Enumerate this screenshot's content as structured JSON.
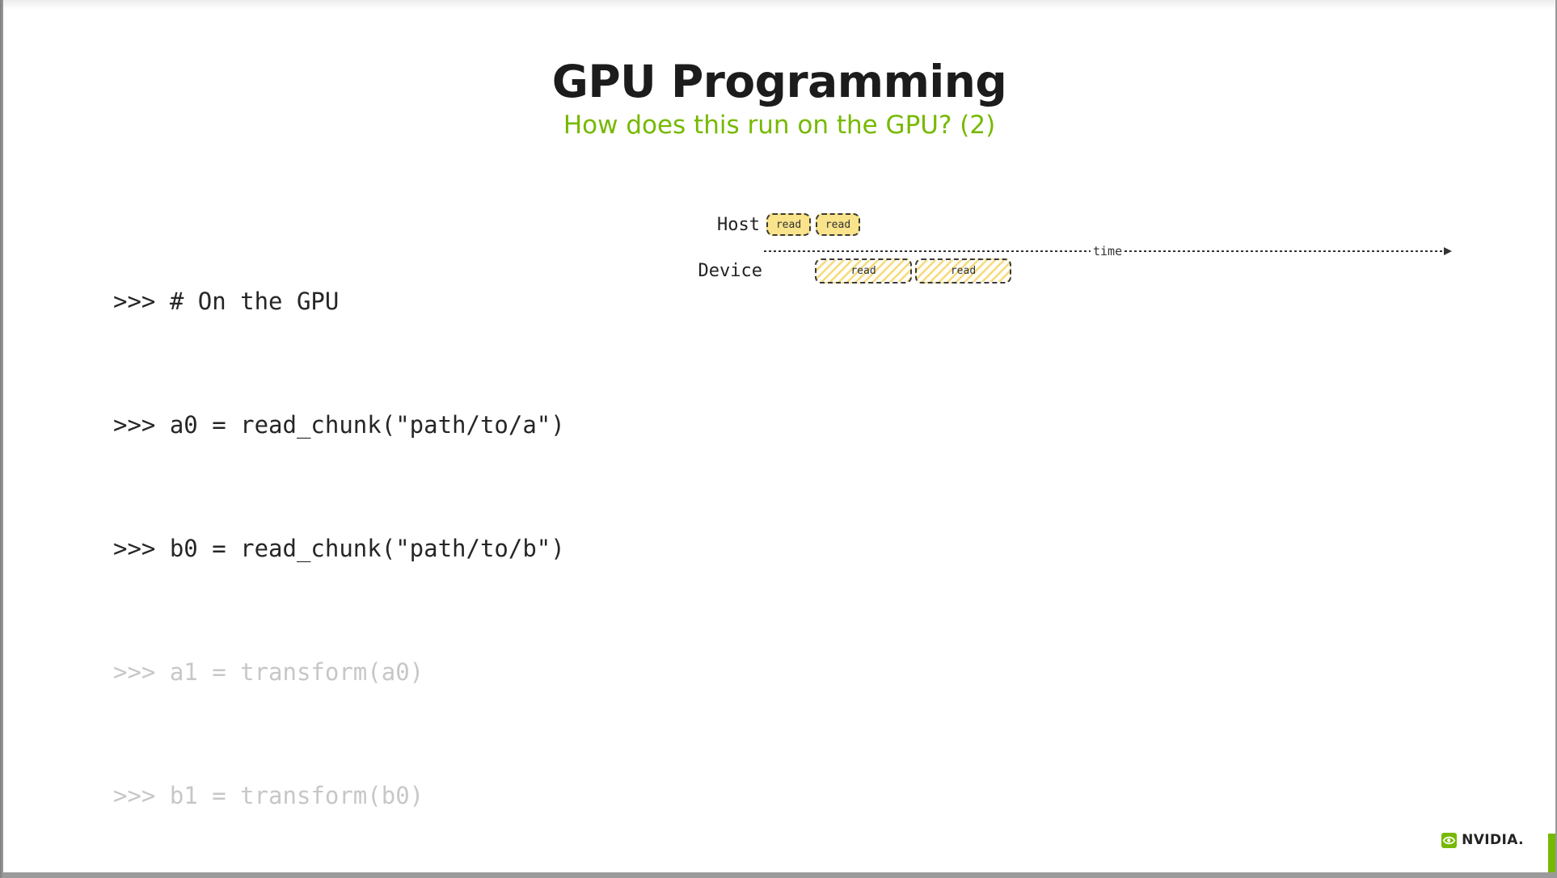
{
  "slide": {
    "title": "GPU Programming",
    "subtitle": "How does this run on the GPU? (2)"
  },
  "code": {
    "lines": [
      {
        "text": ">>> # On the GPU",
        "dimmed": false
      },
      {
        "text": ">>> a0 = read_chunk(\"path/to/a\")",
        "dimmed": false
      },
      {
        "text": ">>> b0 = read_chunk(\"path/to/b\")",
        "dimmed": false
      },
      {
        "text": ">>> a1 = transform(a0)",
        "dimmed": true
      },
      {
        "text": ">>> b1 = transform(b0)",
        "dimmed": true
      }
    ]
  },
  "diagram": {
    "host_label": "Host",
    "device_label": "Device",
    "time_label": "time",
    "host_tasks": [
      "read",
      "read"
    ],
    "device_tasks": [
      "read",
      "read"
    ]
  },
  "footer": {
    "brand": "NVIDIA."
  },
  "colors": {
    "accent_green": "#76b900",
    "task_fill_yellow": "#f9e38b",
    "hatch_yellow": "#f4d468",
    "code_text": "#262626",
    "code_dimmed": "#c7c7c7",
    "frame_gray": "#8d8d8d"
  }
}
